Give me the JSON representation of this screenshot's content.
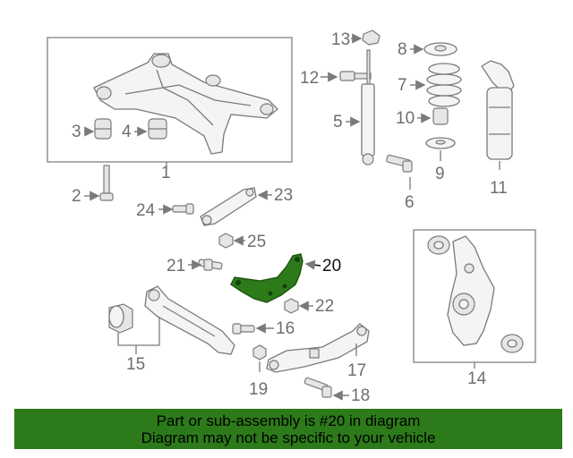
{
  "callouts": {
    "c1": "1",
    "c2": "2",
    "c3": "3",
    "c4": "4",
    "c5": "5",
    "c6": "6",
    "c7": "7",
    "c8": "8",
    "c9": "9",
    "c10": "10",
    "c11": "11",
    "c12": "12",
    "c13": "13",
    "c14": "14",
    "c15": "15",
    "c16": "16",
    "c17": "17",
    "c18": "18",
    "c19": "19",
    "c20": "20",
    "c21": "21",
    "c22": "22",
    "c23": "23",
    "c24": "24",
    "c25": "25"
  },
  "highlight_color": "#2d7a1a",
  "banner": {
    "line1": "Part or sub-assembly is #20 in diagram",
    "line2": "Diagram may not be specific to your vehicle"
  }
}
